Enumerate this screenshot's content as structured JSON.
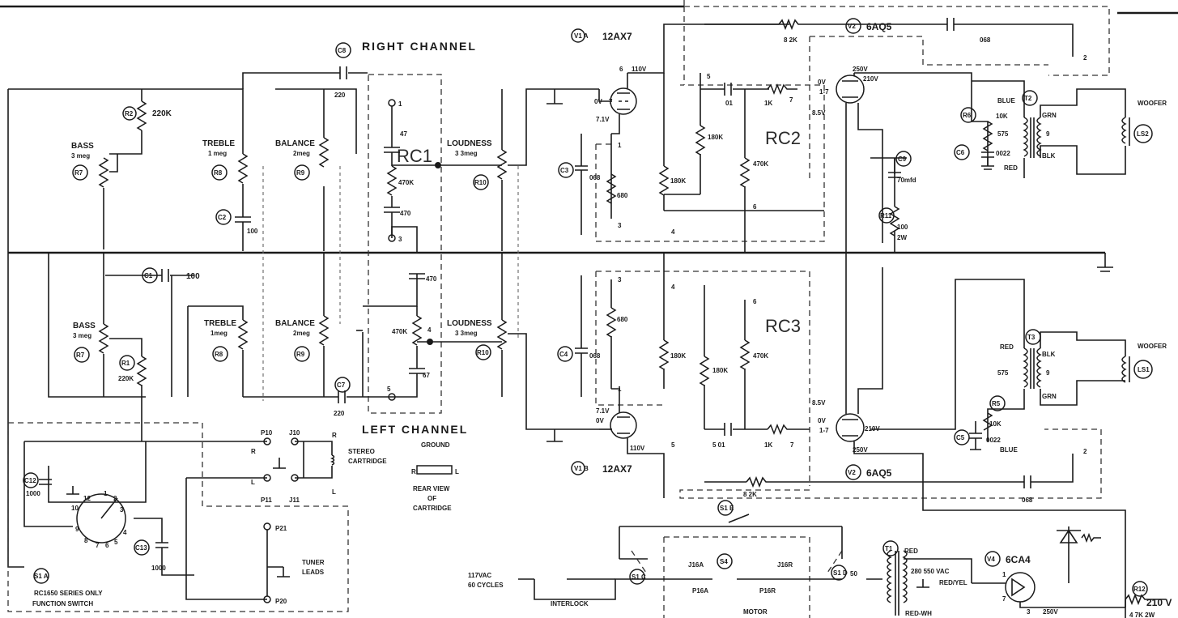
{
  "channels": {
    "right": "RIGHT  CHANNEL",
    "left": "LEFT  CHANNEL"
  },
  "blocks": {
    "rc1": "RC1",
    "rc2": "RC2",
    "rc3": "RC3"
  },
  "tubes": {
    "v1a": "12AX7",
    "v1a_ref": "V1 A",
    "v1b": "12AX7",
    "v1b_ref": "V1 B",
    "v2a": "6AQ5",
    "v2b": "6AQ5",
    "v2_ref": "V2",
    "v4": "6CA4",
    "v4_ref": "V4"
  },
  "controls": {
    "bass_r": "BASS",
    "bass_r_val": "3 meg",
    "bass_r_ref": "R7",
    "treble_r": "TREBLE",
    "treble_r_val": "1 meg",
    "treble_r_ref": "R8",
    "balance_r": "BALANCE",
    "balance_r_val": "2meg",
    "balance_r_ref": "R9",
    "loudness_r": "LOUDNESS",
    "loudness_r_val": "3 3meg",
    "loudness_r_ref": "R10",
    "bass_l": "BASS",
    "bass_l_val": "3 meg",
    "bass_l_ref": "R7",
    "treble_l": "TREBLE",
    "treble_l_val": "1meg",
    "treble_l_ref": "R8",
    "balance_l": "BALANCE",
    "balance_l_val": "2meg",
    "balance_l_ref": "R9",
    "loudness_l": "LOUDNESS",
    "loudness_l_val": "3 3meg",
    "loudness_l_ref": "R10"
  },
  "components": {
    "r2": "R2",
    "r2_val": "220K",
    "r1": "R1",
    "r1_val": "220K",
    "c8": "C8",
    "c8_val": "220",
    "c2": "C2",
    "c2_val": "100",
    "c1": "C1",
    "c1_val": "100",
    "c7": "C7",
    "c7_val": "220",
    "rc1_47": "47",
    "rc1_470k": "470K",
    "rc1_470": "470",
    "rc1b_470": "470",
    "rc1b_470k": "470K",
    "rc1b_67": "67",
    "c3": "C3",
    "c3_val": "068",
    "c4": "C4",
    "c4_val": "068",
    "r_680": "680",
    "r_680b": "680",
    "r_180k": "180K",
    "r_180kb": "180K",
    "r_180kc": "180K",
    "r_180kd": "180K",
    "r_470k": "470K",
    "r_470kb": "470K",
    "c_01": "01",
    "c_01b": "5 01",
    "r_1k": "1K",
    "r_1kb": "1K",
    "fb_r_top": "8 2K",
    "fb_c_top": "068",
    "fb_r_bot": "8 2K",
    "fb_c_bot": "068",
    "c9": "C9",
    "c9_val": "70mfd",
    "r11": "R11",
    "r11_val": "100",
    "r11_w": "2W",
    "r6": "R6",
    "r6_val": "10K",
    "c6": "C6",
    "c6_val": "0022",
    "r5": "R5",
    "r5_val": "10K",
    "c5": "C5",
    "c5_val": "0022",
    "c12": "C12",
    "c12_val": "1000",
    "c13": "C13",
    "c13_val": "1000",
    "r12": "R12",
    "r12_val": "4 7K 2W"
  },
  "voltages": {
    "v1a_plate": "110V",
    "v1a_grid": "0V",
    "v1a_cath": "7.1V",
    "v1b_plate": "110V",
    "v1b_grid": "0V",
    "v1b_cath": "7.1V",
    "v2a_screen": "250V",
    "v2a_plate": "210V",
    "v2a_grid": "0V",
    "v2a_cath": "8.5V",
    "v2a_pins": "1-7",
    "v2b_screen": "250V",
    "v2b_plate": "210V",
    "v2b_grid": "0V",
    "v2b_cath": "8.5V",
    "v2b_pins": "1-7",
    "b_plus": "210 V",
    "v4_out": "250V",
    "trans": "280 550 VAC"
  },
  "transformers": {
    "t2": "T2",
    "t2_pri": "575",
    "t2_sec": "9",
    "t2_blue": "BLUE",
    "t2_red": "RED",
    "t2_grn": "GRN",
    "t2_blk": "BLK",
    "t3": "T3",
    "t3_pri": "575",
    "t3_sec": "9",
    "t3_blue": "BLUE",
    "t3_red": "RED",
    "t3_grn": "GRN",
    "t3_blk": "BLK",
    "t1": "T1",
    "t1_red": "RED",
    "t1_redyel": "RED/YEL",
    "t1_redwh": "RED-WH",
    "t1_pri": "50"
  },
  "speakers": {
    "ls2": "LS2",
    "ls1": "LS1",
    "woofer_top": "WOOFER",
    "woofer_bot": "WOOFER"
  },
  "inputs": {
    "p10": "P10",
    "p11": "P11",
    "j10": "J10",
    "j11": "J11",
    "r": "R",
    "l": "L",
    "stereo": "STEREO",
    "cartridge": "CARTRIDGE",
    "ground": "GROUND",
    "rear_view": "REAR VIEW",
    "of": "OF",
    "cartridge2": "CARTRIDGE",
    "p21": "P21",
    "p20": "P20",
    "tuner": "TUNER",
    "leads": "LEADS",
    "r_pin": "R",
    "l_pin": "L"
  },
  "switch": {
    "s1a": "S1 A",
    "note": "RC1650 SERIES ONLY",
    "function": "FUNCTION SWITCH",
    "s1e": "S1 E",
    "s1c": "S1 C",
    "s1d": "S1 D",
    "s4": "S4",
    "pos": [
      "12",
      "1",
      "2",
      "3",
      "4",
      "5",
      "6",
      "7",
      "8",
      "9",
      "10"
    ]
  },
  "power": {
    "vac": "117VAC",
    "cycles": "60 CYCLES",
    "interlock": "INTERLOCK",
    "j16a": "J16A",
    "p16a": "P16A",
    "j16r": "J16R",
    "p16r": "P16R",
    "motor": "MOTOR"
  },
  "terminals": {
    "t1": "1",
    "t3": "3",
    "t5": "5",
    "t4": "4",
    "t_5": "5",
    "t_7": "7",
    "t_6": "6",
    "t_1": "1",
    "t_3": "3",
    "t_4": "4",
    "t_2": "2",
    "t_2b": "2",
    "b_3": "3",
    "b_4": "4",
    "b_6": "6",
    "b_1": "1",
    "b_5": "5",
    "b_7": "7"
  }
}
